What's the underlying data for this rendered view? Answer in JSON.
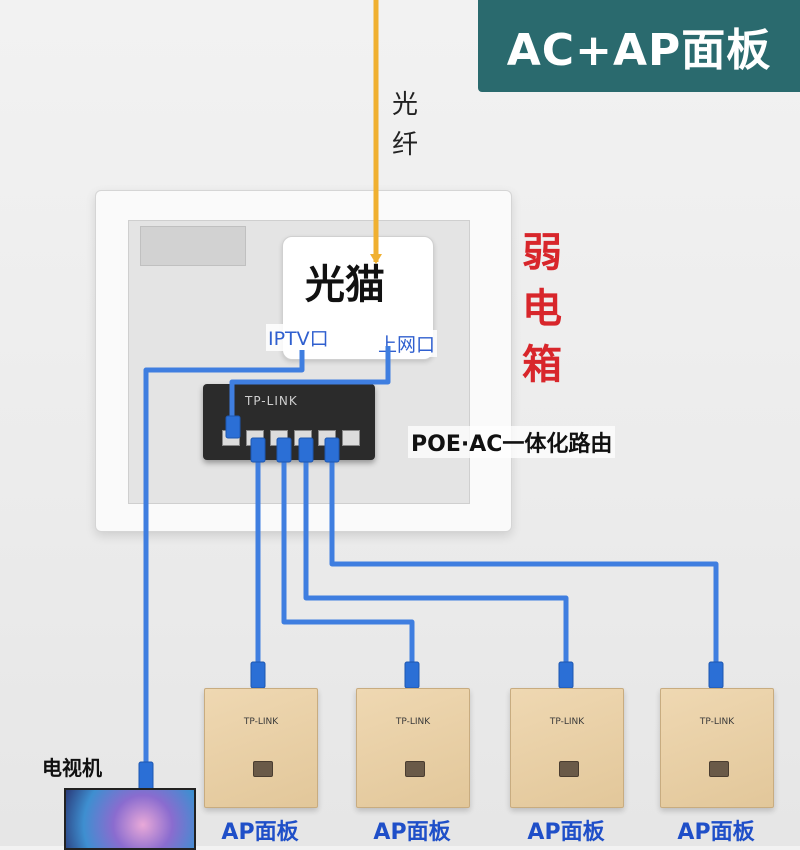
{
  "title": "AC+AP面板",
  "fiber": {
    "chars": [
      "光",
      "纤"
    ]
  },
  "box": {
    "chars": [
      "弱",
      "电",
      "箱"
    ]
  },
  "modem": {
    "label": "光猫",
    "ports": {
      "iptv": "IPTV口",
      "uplink": "上网口"
    }
  },
  "router": {
    "label": "POE·AC一体化路由",
    "logo": "TP-LINK"
  },
  "tv": {
    "label": "电视机"
  },
  "ap_panels": [
    {
      "logo": "TP-LINK",
      "label": "AP面板"
    },
    {
      "logo": "TP-LINK",
      "label": "AP面板"
    },
    {
      "logo": "TP-LINK",
      "label": "AP面板"
    },
    {
      "logo": "TP-LINK",
      "label": "AP面板"
    }
  ],
  "colors": {
    "banner": "#2a6a6e",
    "cable": "#3f7ee0",
    "fiber": "#f0b030",
    "box_label": "#d8262b",
    "port_label": "#2f5fcf",
    "ap_label": "#1f4fc8"
  }
}
